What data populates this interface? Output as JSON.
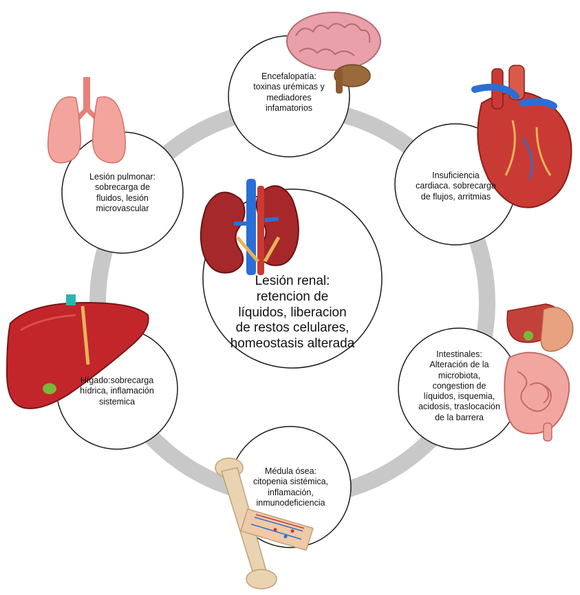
{
  "center": {
    "label": "Lesión renal:\nretencion de\nlíquidos, liberacion\nde restos celulares,\nhomeostasis alterada"
  },
  "nodes": {
    "brain": "Encefalopatía:\ntoxinas urémicas y\nmediadores\ninfamatorios",
    "heart": "Insuficiencia\ncardiaca. sobrecarga\nde flujos, arritmias",
    "intestine": "Intestinales:\nAlteración de la\nmicrobiota,\ncongestion de\nlíquidos, isquemia,\nacidosis, traslocación\nde la barrera",
    "bone": "Médula ósea:\ncitopenia sistémica,\ninflamación,\ninmunodeficiencia",
    "liver": "Hígado:sobrecarga\nhídrica, inflamación\nsistemica",
    "lung": "Lesión pulmonar:\nsobrecarga de\nfluidos, lesión\nmicrovascular"
  },
  "icons": [
    "brain-icon",
    "heart-icon",
    "intestine-icon",
    "bone-icon",
    "liver-icon",
    "lung-icon",
    "kidney-icon"
  ],
  "colors": {
    "ring": "#c8c8c8",
    "circle_stroke": "#1a1a1a",
    "organ_red": "#b8252a",
    "vessel_blue": "#2a6fd6"
  }
}
